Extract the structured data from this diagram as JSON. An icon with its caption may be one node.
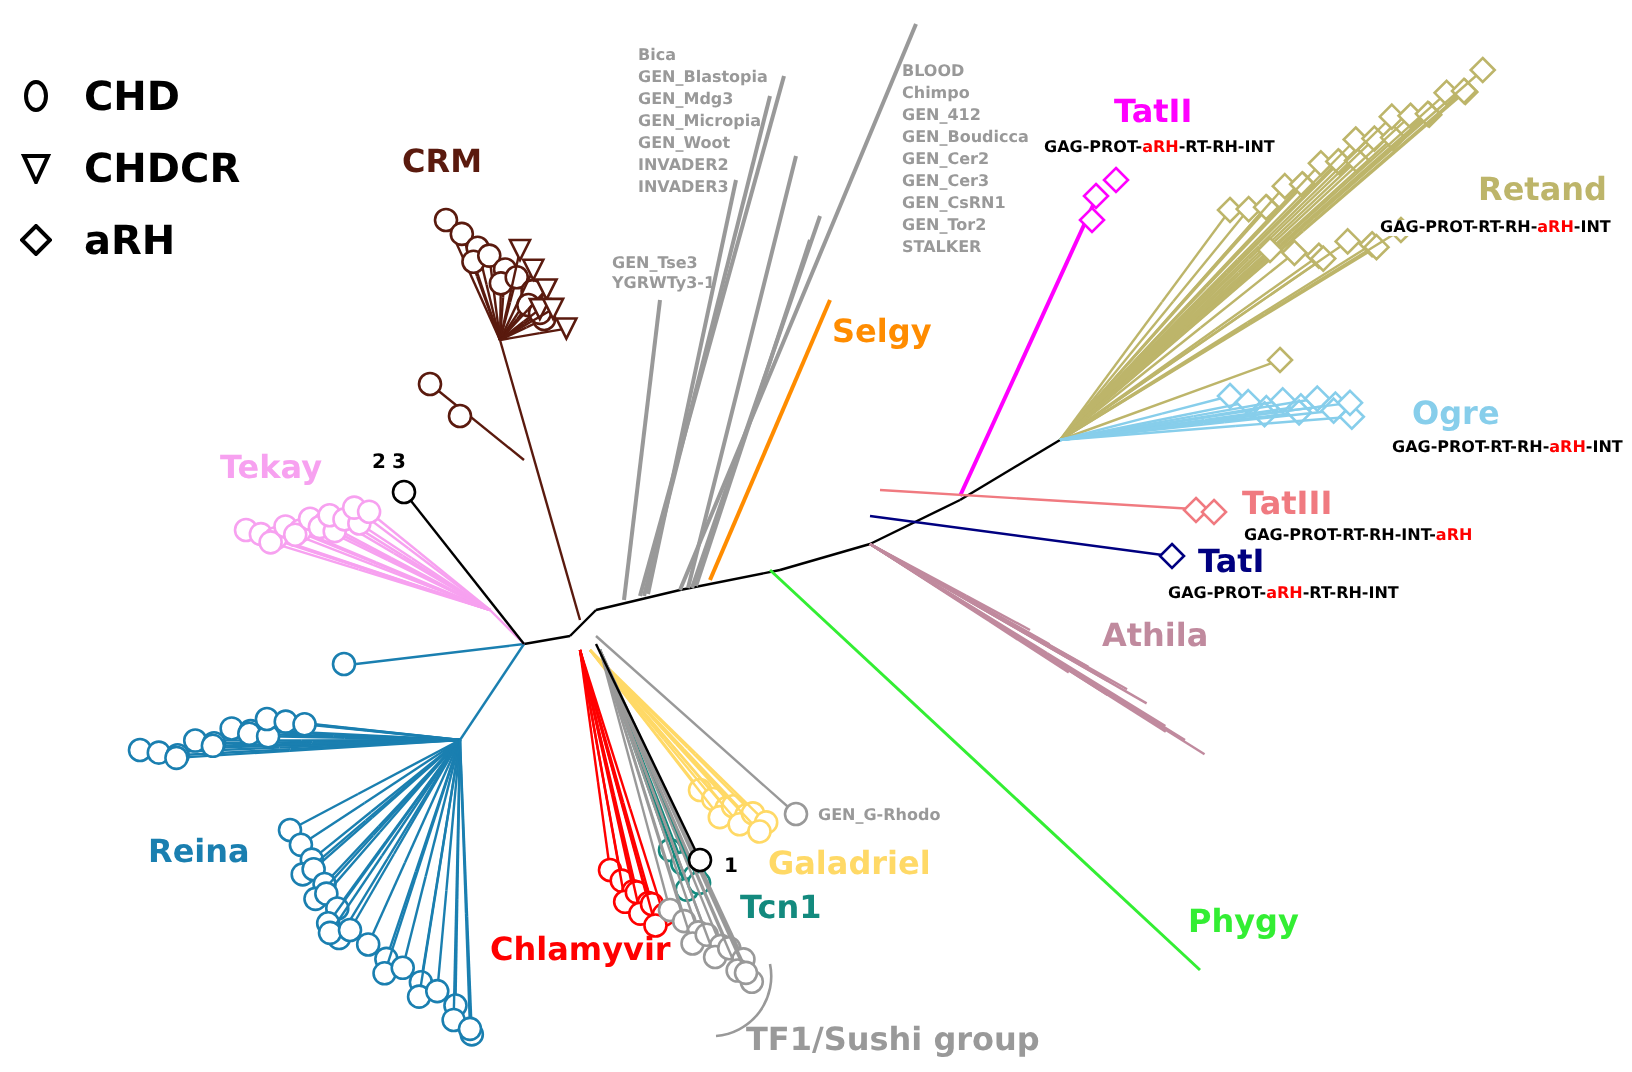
{
  "diagram": {
    "labels": [
      "Bica",
      "GEN_Blastopia",
      "GEN_Mdg3",
      "GEN_Micropia",
      "GEN_Woot",
      "INVADER2",
      "INVADER3",
      "BLOOD",
      "Chimpo",
      "GEN_412",
      "GEN_Boudicca",
      "GEN_Cer2",
      "GEN_Cer3",
      "GEN_CsRN1",
      "GEN_Tor2",
      "STALKER",
      "TatII",
      "GAG-PROT-**aRH**-RT-RH-INT",
      "CRM",
      "Retand",
      "GAG-PROT-RT-RH-**aRH**-INT",
      "GEN_Tse3",
      "YGRWTy3-1",
      "Selgy",
      "Ogre",
      "GAG-PROT-RT-RH-**aRH**-INT",
      "Tekay",
      "2",
      "3",
      "TatIII",
      "GAG-PROT-RT-RH-INT-**aRH**",
      "TatI",
      "GAG-PROT-**aRH**-RT-RH-INT",
      "Athila",
      "Reina",
      "GEN_G-Rhodo",
      "1",
      "Galadriel",
      "Phygy",
      "Tcn1",
      "Chlamyvir",
      "TF1/Sushi group"
    ],
    "legend": [
      {
        "text": "CHD"
      },
      {
        "text": "CHDCR"
      },
      {
        "text": "aRH"
      }
    ]
  }
}
